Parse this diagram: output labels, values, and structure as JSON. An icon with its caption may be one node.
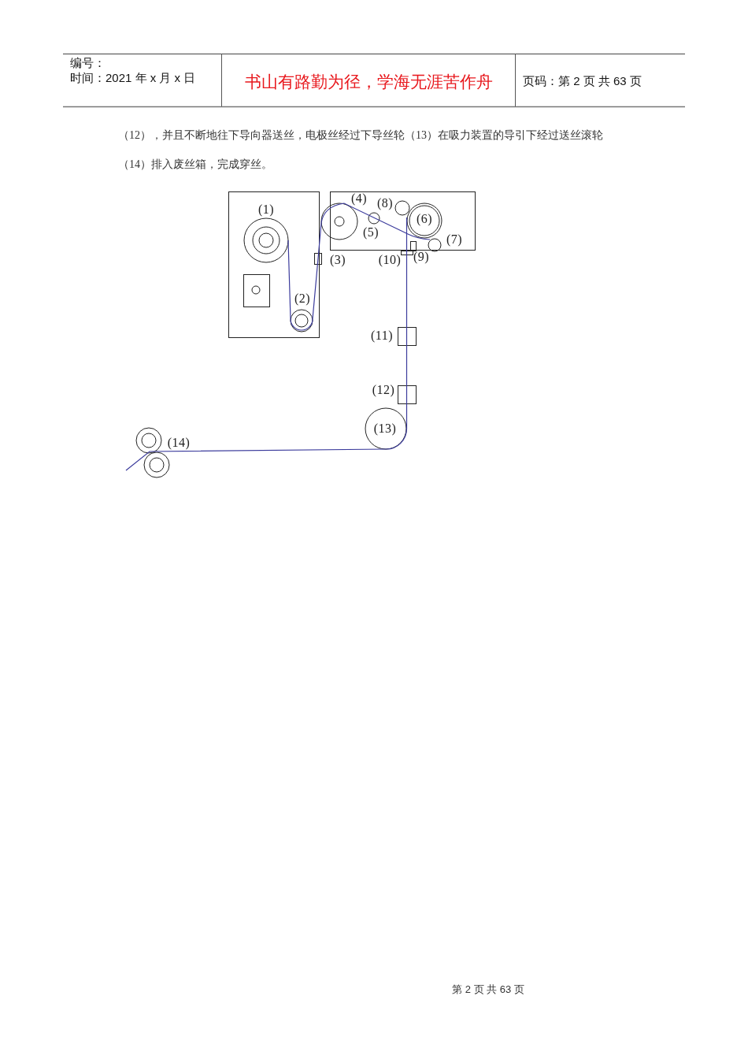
{
  "diagram": {
    "labels": [
      "编号：",
      "时间：2021 年 x 月 x 日",
      "书山有路勤为径，学海无涯苦作舟",
      "页码：第 2 页 共 63 页",
      "（12），并且不断地往下导向器送丝，电极丝经过下导丝轮（13）在吸力装置的导引下经过送丝滚轮（14）排入废丝箱，完成穿丝。",
      "(1)",
      "(2)",
      "(3)",
      "(4)",
      "(5)",
      "(6)",
      "(7)",
      "(8)",
      "(9)",
      "(10)",
      "(11)",
      "(12)",
      "(13)",
      "(14)",
      "第 2 页 共 63 页"
    ]
  }
}
